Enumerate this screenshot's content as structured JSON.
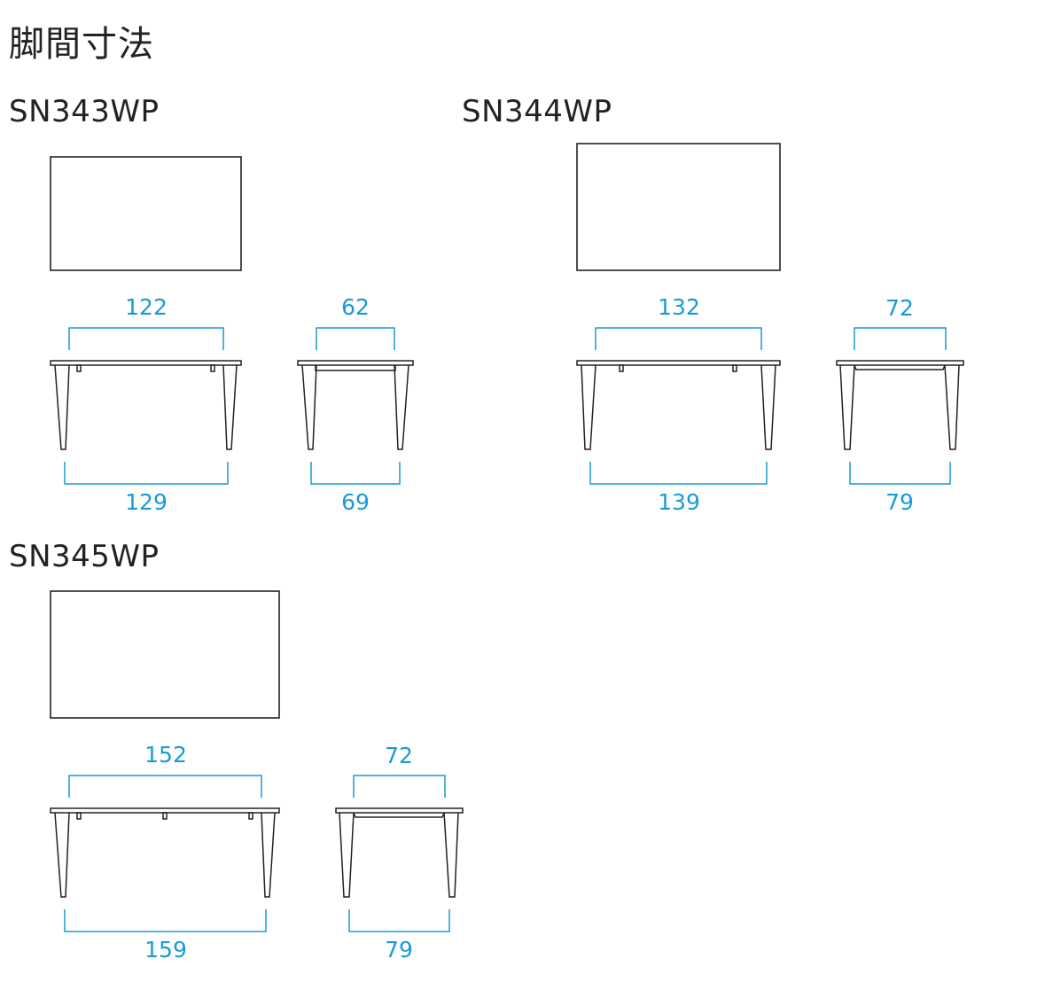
{
  "title": "脚間寸法",
  "dimension_color": "#1a9ad6",
  "line_color": "#222222",
  "models": [
    {
      "name": "SN343WP",
      "front_view": {
        "top_span": "122",
        "leg_span": "129"
      },
      "side_view": {
        "top_span": "62",
        "leg_span": "69"
      }
    },
    {
      "name": "SN344WP",
      "front_view": {
        "top_span": "132",
        "leg_span": "139"
      },
      "side_view": {
        "top_span": "72",
        "leg_span": "79"
      }
    },
    {
      "name": "SN345WP",
      "front_view": {
        "top_span": "152",
        "leg_span": "159"
      },
      "side_view": {
        "top_span": "72",
        "leg_span": "79"
      }
    }
  ]
}
